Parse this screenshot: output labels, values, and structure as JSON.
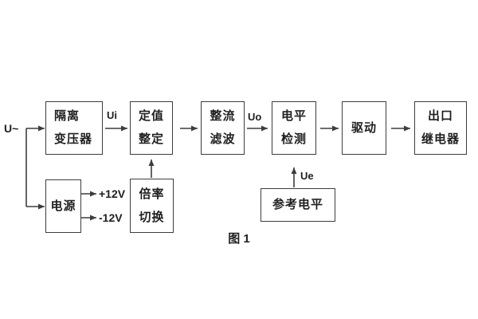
{
  "figure": {
    "caption": "图 1",
    "source_label": "U~",
    "signals": {
      "ui": "Ui",
      "uo": "Uo",
      "ue": "Ue"
    },
    "power_rails": {
      "positive": "+12V",
      "negative": "-12V"
    },
    "blocks": {
      "isolation_transformer": {
        "line1": "隔离",
        "line2": "变压器"
      },
      "setting_adjustment": {
        "line1": "定值",
        "line2": "整定"
      },
      "rectifier_filter": {
        "line1": "整流",
        "line2": "滤波"
      },
      "level_detector": {
        "line1": "电平",
        "line2": "检测"
      },
      "driver": {
        "label": "驱动"
      },
      "output_relay": {
        "line1": "出口",
        "line2": "继电器"
      },
      "power_supply": {
        "label": "电源"
      },
      "ratio_switch": {
        "line1": "倍率",
        "line2": "切换"
      },
      "reference_level": {
        "label": "参考电平"
      }
    },
    "colors": {
      "line": "#3d3d3d",
      "text": "#1f1f1f",
      "background": "#ffffff"
    }
  }
}
